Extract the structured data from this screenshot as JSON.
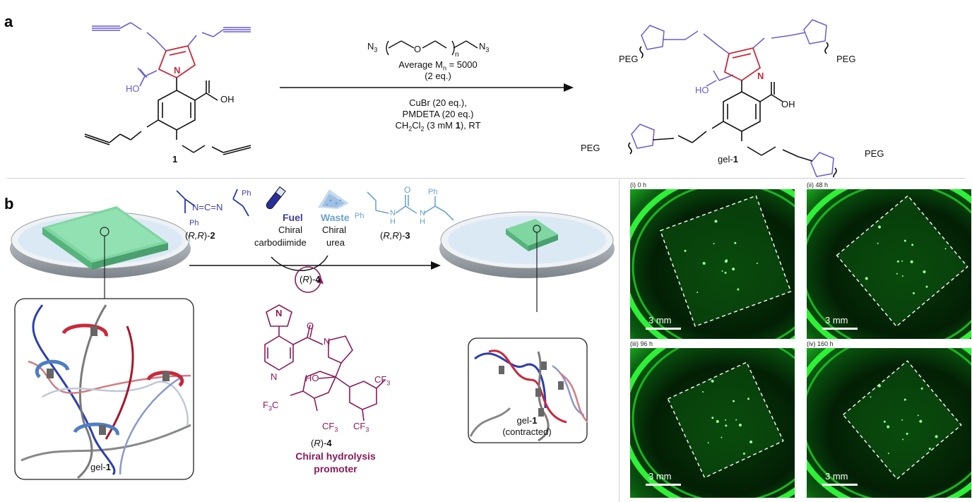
{
  "panel_a": {
    "label": "a",
    "compound_number": "1",
    "product_prefix": "gel-",
    "product_number": "1",
    "oh_label": "OH",
    "ho_label": "HO",
    "peg_label": "PEG",
    "n_label": "N",
    "reagent": {
      "n3_left": "N",
      "n3_left_sub": "3",
      "n3_right": "N",
      "n3_right_sub": "3",
      "o_label": "O",
      "n_sub": "n",
      "avg_mn_text": "Average M",
      "avg_mn_sub": "n",
      "avg_mn_value": " = 5000",
      "equiv": "(2 eq.)",
      "cubr": "CuBr (20 eq.),",
      "pmdeta": "PMDETA (20 eq.)",
      "solvent_prefix": "CH",
      "solvent_sub1": "2",
      "solvent_mid": "Cl",
      "solvent_sub2": "2",
      "solvent_conc": " (3 mM ",
      "solvent_bold": "1",
      "solvent_suffix": "), RT"
    }
  },
  "panel_b": {
    "label": "b",
    "fuel_compound_pre": "(",
    "fuel_compound_italic": "R,R",
    "fuel_compound_post": ")-",
    "fuel_compound_num": "2",
    "fuel_title": "Fuel",
    "fuel_line1": "Chiral",
    "fuel_line2": "carbodiimide",
    "waste_title": "Waste",
    "waste_line1": "Chiral",
    "waste_line2": "urea",
    "waste_compound_pre": "(",
    "waste_compound_italic": "R,R",
    "waste_compound_post": ")-",
    "waste_compound_num": "3",
    "catalyst_pre": "(",
    "catalyst_italic": "R",
    "catalyst_post": ")-",
    "catalyst_num": "4",
    "promoter_pre": "(",
    "promoter_italic": "R",
    "promoter_post": ")-",
    "promoter_num": "4",
    "promoter_line1": "Chiral hydrolysis",
    "promoter_line2": "promoter",
    "ph_label": "Ph",
    "n_equal": "N=C=N",
    "nh_label": "N",
    "h_label": "H",
    "o_label": "O",
    "ho_label": "HO",
    "cf3_label": "CF",
    "cf3_sub": "3",
    "f3c_label": "F",
    "f3c_sub": "3",
    "f3c_tail": "C",
    "gel_left_prefix": "gel-",
    "gel_left_num": "1",
    "gel_right_prefix": "gel-",
    "gel_right_num": "1",
    "gel_right_note": "(contracted)"
  },
  "photos": [
    {
      "caption": "(i) 0 h",
      "scale": "3 mm",
      "square_rotation": -20,
      "square_size": 0.68
    },
    {
      "caption": "(ii) 48 h",
      "scale": "3 mm",
      "square_rotation": -40,
      "square_size": 0.62
    },
    {
      "caption": "(iii) 96 h",
      "scale": "3 mm",
      "square_rotation": -25,
      "square_size": 0.58
    },
    {
      "caption": "(iv) 160 h",
      "scale": "3 mm",
      "square_rotation": -40,
      "square_size": 0.56
    }
  ],
  "colors": {
    "blue_fuel": "#2a3aa5",
    "red_bond": "#c9283a",
    "violet": "#6b5bd0",
    "waste_blue": "#6aa3d0",
    "maroon": "#8a1b5a",
    "gel_green": "#7fd6a1",
    "photo_green": "#22d12a"
  }
}
